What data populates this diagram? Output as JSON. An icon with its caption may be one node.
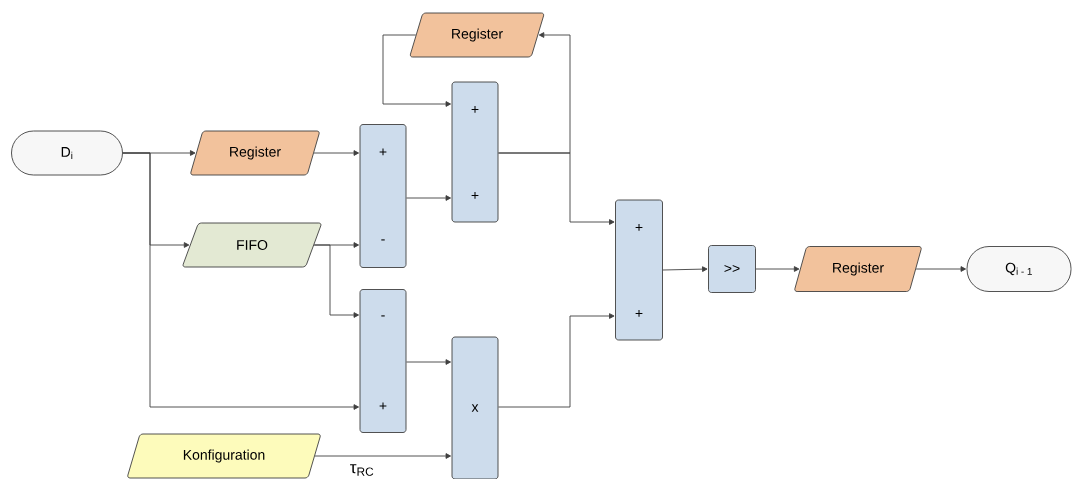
{
  "diagram": {
    "nodes": [
      {
        "text": [
          "D$_{i}$"
        ]
      },
      {
        "text": [
          "Register"
        ]
      },
      {
        "text": [
          "FIFO"
        ]
      },
      {
        "text": [
          "Konfiguration"
        ]
      },
      {
        "text": [
          "Register"
        ]
      },
      {
        "text": [
          "+",
          "-"
        ]
      },
      {
        "text": [
          "+",
          "+"
        ]
      },
      {
        "text": [
          "-",
          "+"
        ]
      },
      {
        "text": [
          "x"
        ]
      },
      {
        "text": [
          "+",
          "+"
        ]
      },
      {
        "text": [
          ">>"
        ]
      },
      {
        "text": [
          "Register"
        ]
      },
      {
        "text": [
          "Q$_{i - 1}$"
        ]
      }
    ],
    "edges": [
      {
        "from": 0,
        "to": 1,
        "arrow": "to"
      },
      {
        "from": 0,
        "to": 2,
        "arrow": "to"
      },
      {
        "from": 0,
        "to": 7,
        "arrow": "to"
      },
      {
        "from": 1,
        "to": 5,
        "arrow": "to"
      },
      {
        "from": 2,
        "to": 5,
        "arrow": "to"
      },
      {
        "from": 2,
        "to": 7,
        "arrow": "to"
      },
      {
        "from": 5,
        "to": 6,
        "arrow": "to"
      },
      {
        "from": 4,
        "to": 6,
        "arrow": "to"
      },
      {
        "from": 6,
        "to": 4,
        "arrow": "to"
      },
      {
        "from": 6,
        "to": 9,
        "arrow": "to"
      },
      {
        "from": 7,
        "to": 8,
        "arrow": "to"
      },
      {
        "from": 3,
        "to": 8,
        "arrow": "to",
        "label": "τ$_{RC}$"
      },
      {
        "from": 8,
        "to": 9,
        "arrow": "to"
      },
      {
        "from": 9,
        "to": 10,
        "arrow": "to"
      },
      {
        "from": 10,
        "to": 11,
        "arrow": "to"
      },
      {
        "from": 11,
        "to": 12,
        "arrow": "to"
      }
    ]
  }
}
